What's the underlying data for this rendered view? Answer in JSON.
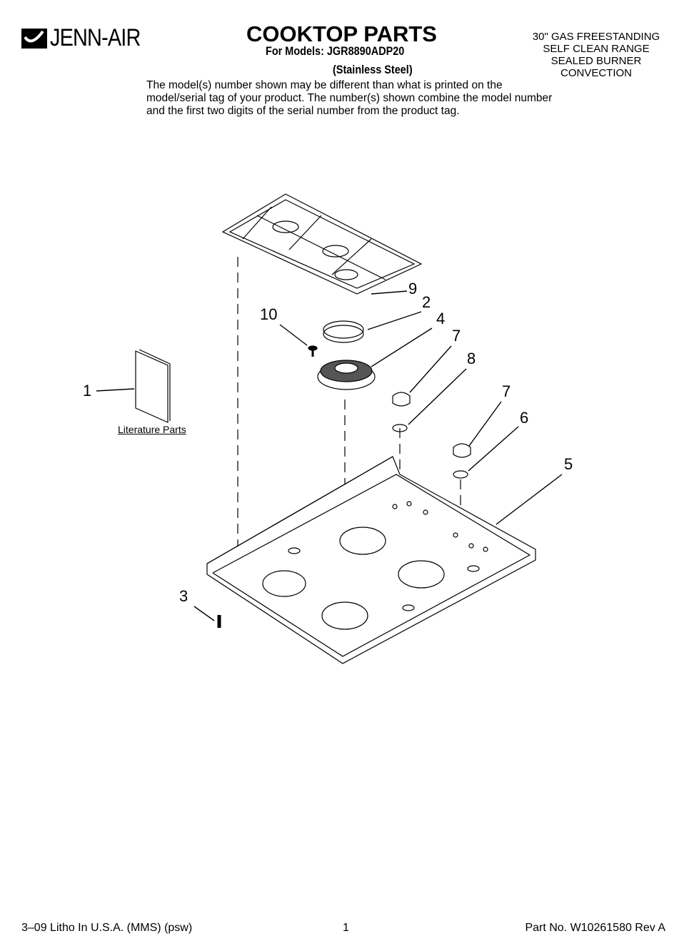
{
  "header": {
    "brand": "JENN-AIR",
    "title": "COOKTOP PARTS",
    "models_line": "For Models: JGR8890ADP20",
    "finish": "(Stainless Steel)",
    "description": [
      "30\" GAS FREESTANDING",
      "SELF CLEAN RANGE",
      "SEALED BURNER",
      "CONVECTION"
    ],
    "note": "The model(s) number shown may be different than what is printed on the model/serial tag of your product. The number(s) shown combine the model number and the first two digits of the serial number from the product tag."
  },
  "diagram": {
    "callouts": [
      "9",
      "2",
      "10",
      "4",
      "7",
      "8",
      "1",
      "7",
      "6",
      "5",
      "3"
    ],
    "literature_label": "Literature Parts"
  },
  "footer": {
    "print_info": "3–09 Litho In U.S.A. (MMS) (psw)",
    "page": "1",
    "part_no": "Part No. W10261580 Rev A"
  }
}
